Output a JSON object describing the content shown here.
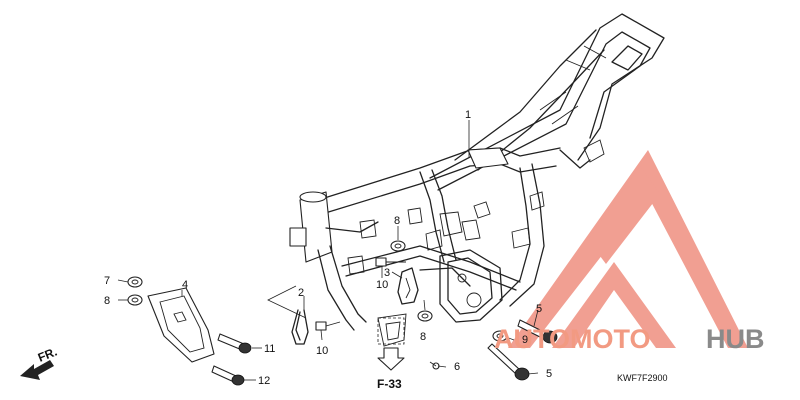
{
  "callouts": {
    "c1": "1",
    "c2": "2",
    "c3": "3",
    "c4": "4",
    "c5a": "5",
    "c5b": "5",
    "c6": "6",
    "c7": "7",
    "c8a": "8",
    "c8b": "8",
    "c8c": "8",
    "c9": "9",
    "c10a": "10",
    "c10b": "10",
    "c11": "11",
    "c12": "12"
  },
  "reference": "F-33",
  "direction": "FR.",
  "diagram_code": "KWF7F2900",
  "watermark": {
    "part1": "AUTOMOTO",
    "part2": "HUB",
    "logo_color": "#ef8f80",
    "text_color_1": "#f29a82",
    "text_color_2": "#8a8a8a"
  }
}
